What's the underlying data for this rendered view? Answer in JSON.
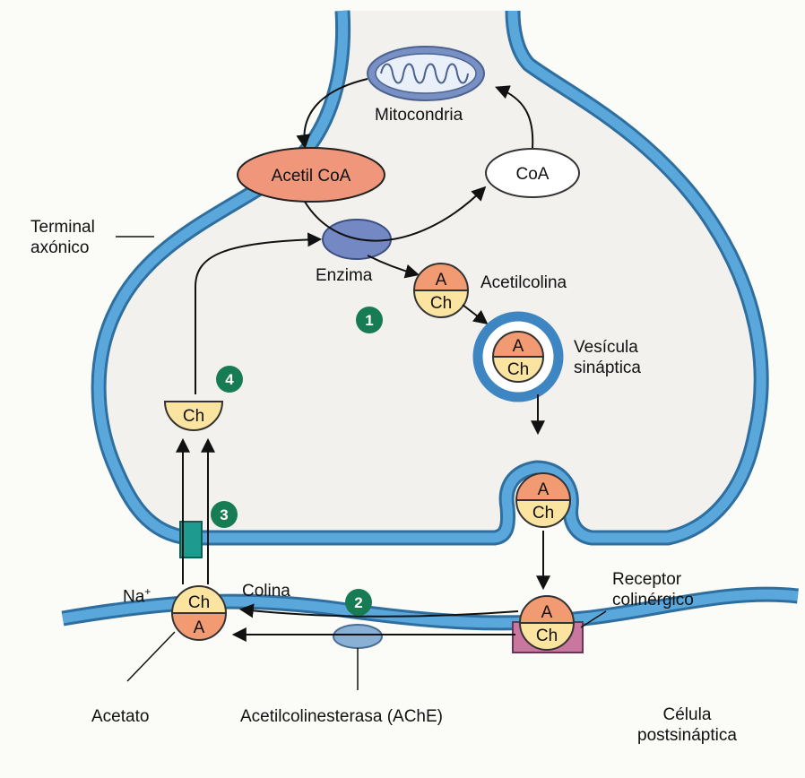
{
  "labels": {
    "terminal": "Terminal\naxónico",
    "mitochondria": "Mitocondria",
    "acetyl_coa": "Acetil CoA",
    "coa": "CoA",
    "enzyme": "Enzima",
    "acetylcholine": "Acetilcolina",
    "vesicle": "Vesícula\nsináptica",
    "receptor": "Receptor\ncolinérgico",
    "choline": "Colina",
    "sodium": "Na",
    "sodium_sup": "+",
    "acetate": "Acetato",
    "ache": "Acetilcolinesterasa (AChE)",
    "postsynaptic": "Célula\npostsináptica",
    "a": "A",
    "ch": "Ch"
  },
  "steps": [
    "1",
    "2",
    "3",
    "4"
  ],
  "colors": {
    "membrane": "#5aa7dc",
    "membrane_edge": "#2f6f9f",
    "acetyl_coa": "#f0967a",
    "acetyl": "#f29a72",
    "choline": "#fbe3a0",
    "enzyme": "#7488c4",
    "ache": "#8ab0d6",
    "step_badge": "#177b54",
    "receptor": "#c9779e",
    "channel": "#1e9a8e",
    "cytoplasm": "#f2f1ee"
  }
}
